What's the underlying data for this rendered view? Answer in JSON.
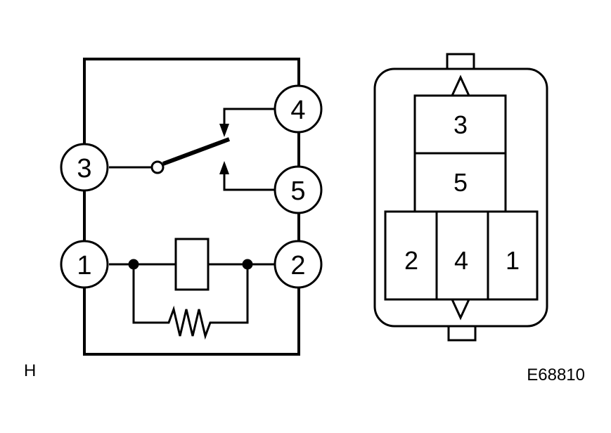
{
  "schematic": {
    "pins": [
      {
        "id": "pin-3",
        "label": "3"
      },
      {
        "id": "pin-4",
        "label": "4"
      },
      {
        "id": "pin-5",
        "label": "5"
      },
      {
        "id": "pin-1",
        "label": "1"
      },
      {
        "id": "pin-2",
        "label": "2"
      }
    ]
  },
  "connector": {
    "cavities": [
      {
        "id": "cavity-3",
        "label": "3"
      },
      {
        "id": "cavity-5",
        "label": "5"
      },
      {
        "id": "cavity-2",
        "label": "2"
      },
      {
        "id": "cavity-4",
        "label": "4"
      },
      {
        "id": "cavity-1",
        "label": "1"
      }
    ]
  },
  "corner_label": "H",
  "figure_code": "E68810",
  "colors": {
    "ink": "#000000",
    "paper": "#ffffff"
  }
}
